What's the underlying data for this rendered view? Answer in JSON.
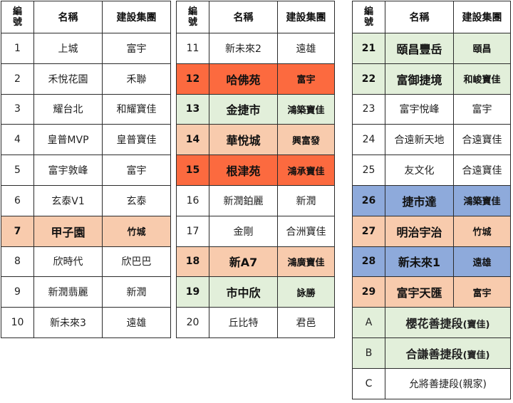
{
  "headers": {
    "num": "編\n號",
    "name": "名稱",
    "builder": "建設集團"
  },
  "colors": {
    "red": "#fc6a3f",
    "peach": "#f8cbad",
    "green": "#e2efda",
    "blue": "#8eaadb"
  },
  "tables": [
    {
      "rows": [
        {
          "num": "1",
          "name": "上城",
          "builder": "富宇",
          "hl": "",
          "bold": false
        },
        {
          "num": "2",
          "name": "禾悅花園",
          "builder": "禾聯",
          "hl": "",
          "bold": false
        },
        {
          "num": "3",
          "name": "耀台北",
          "builder": "和耀寶佳",
          "hl": "",
          "bold": false
        },
        {
          "num": "4",
          "name": "皇普MVP",
          "builder": "皇普寶佳",
          "hl": "",
          "bold": false
        },
        {
          "num": "5",
          "name": "富宇敦峰",
          "builder": "富宇",
          "hl": "",
          "bold": false
        },
        {
          "num": "6",
          "name": "玄泰V1",
          "builder": "玄泰",
          "hl": "",
          "bold": false
        },
        {
          "num": "7",
          "name": "甲子園",
          "builder": "竹城",
          "hl": "peach",
          "bold": true
        },
        {
          "num": "8",
          "name": "欣時代",
          "builder": "欣巴巴",
          "hl": "",
          "bold": false
        },
        {
          "num": "9",
          "name": "新潤翡麗",
          "builder": "新潤",
          "hl": "",
          "bold": false
        },
        {
          "num": "10",
          "name": "新未來3",
          "builder": "遠雄",
          "hl": "",
          "bold": false
        }
      ]
    },
    {
      "rows": [
        {
          "num": "11",
          "name": "新未來2",
          "builder": "遠雄",
          "hl": "",
          "bold": false
        },
        {
          "num": "12",
          "name": "哈佛苑",
          "builder": "富宇",
          "hl": "red",
          "bold": true
        },
        {
          "num": "13",
          "name": "金捷市",
          "builder": "鴻築寶佳",
          "hl": "green",
          "bold": true
        },
        {
          "num": "14",
          "name": "華悅城",
          "builder": "興富發",
          "hl": "peach",
          "bold": true
        },
        {
          "num": "15",
          "name": "根津苑",
          "builder": "鴻承寶佳",
          "hl": "red",
          "bold": true
        },
        {
          "num": "16",
          "name": "新潤鉑麗",
          "builder": "新潤",
          "hl": "",
          "bold": false
        },
        {
          "num": "17",
          "name": "金剛",
          "builder": "合洲寶佳",
          "hl": "",
          "bold": false
        },
        {
          "num": "18",
          "name": "新A7",
          "builder": "鴻廣寶佳",
          "hl": "peach",
          "bold": true
        },
        {
          "num": "19",
          "name": "市中欣",
          "builder": "詠勝",
          "hl": "green",
          "bold": true
        },
        {
          "num": "20",
          "name": "丘比特",
          "builder": "君邑",
          "hl": "",
          "bold": false
        }
      ]
    },
    {
      "rows": [
        {
          "num": "21",
          "name": "頤昌豐岳",
          "builder": "頤昌",
          "hl": "green",
          "bold": true
        },
        {
          "num": "22",
          "name": "富御捷境",
          "builder": "和峻寶佳",
          "hl": "green",
          "bold": true
        },
        {
          "num": "23",
          "name": "富宇悅峰",
          "builder": "富宇",
          "hl": "",
          "bold": false
        },
        {
          "num": "24",
          "name": "合遠新天地",
          "builder": "合遠寶佳",
          "hl": "",
          "bold": false
        },
        {
          "num": "25",
          "name": "友文化",
          "builder": "合遠寶佳",
          "hl": "",
          "bold": false
        },
        {
          "num": "26",
          "name": "捷市達",
          "builder": "鴻築寶佳",
          "hl": "blue",
          "bold": true
        },
        {
          "num": "27",
          "name": "明治宇治",
          "builder": "竹城",
          "hl": "peach",
          "bold": true
        },
        {
          "num": "28",
          "name": "新未來1",
          "builder": "遠雄",
          "hl": "blue",
          "bold": true
        },
        {
          "num": "29",
          "name": "富宇天匯",
          "builder": "富宇",
          "hl": "peach",
          "bold": true
        }
      ],
      "extra_rows": [
        {
          "num": "A",
          "name": "櫻花善捷段",
          "suffix": "(寶佳)",
          "hl": "green",
          "bold": true
        },
        {
          "num": "B",
          "name": "合謙善捷段",
          "suffix": "(寶佳)",
          "hl": "green",
          "bold": true
        },
        {
          "num": "C",
          "name": "允將善捷段",
          "suffix": "(親家)",
          "hl": "white",
          "bold": false
        }
      ]
    }
  ]
}
